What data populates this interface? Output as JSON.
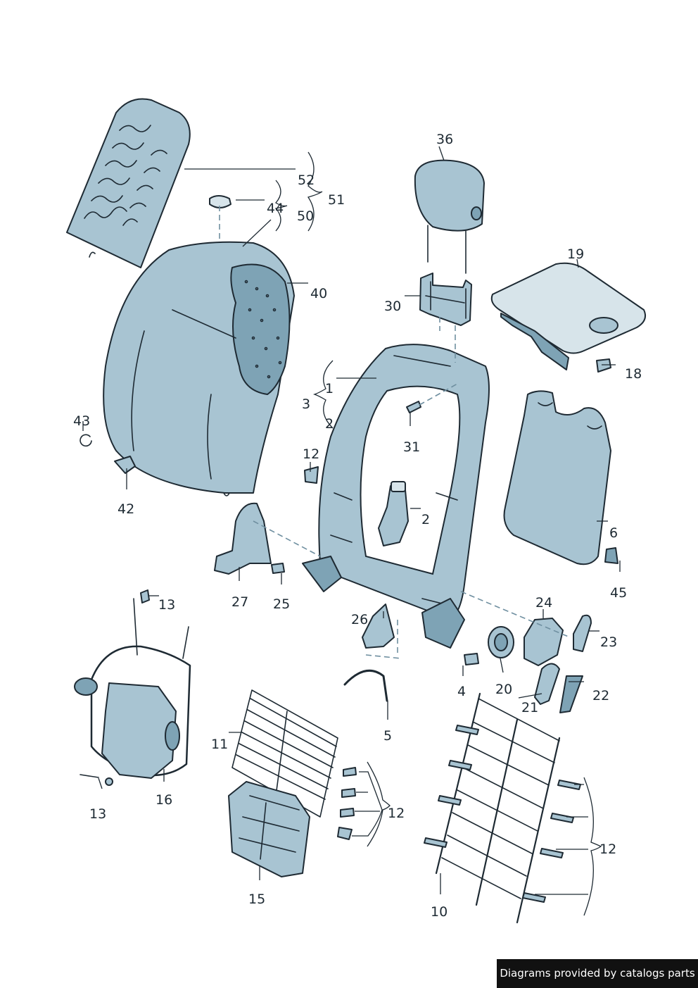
{
  "callouts": {
    "c1": "1",
    "c2a": "2",
    "c2b": "2",
    "c3": "3",
    "c4": "4",
    "c5": "5",
    "c6": "6",
    "c10": "10",
    "c11": "11",
    "c12a": "12",
    "c12b": "12",
    "c12c": "12",
    "c13a": "13",
    "c13b": "13",
    "c15": "15",
    "c16": "16",
    "c18": "18",
    "c19": "19",
    "c20": "20",
    "c21": "21",
    "c22": "22",
    "c23": "23",
    "c24": "24",
    "c25": "25",
    "c26": "26",
    "c27": "27",
    "c30": "30",
    "c31": "31",
    "c36": "36",
    "c40": "40",
    "c42": "42",
    "c43": "43",
    "c44": "44",
    "c45": "45",
    "c50": "50",
    "c51": "51",
    "c52": "52"
  },
  "credit": "Diagrams provided by catalogs parts",
  "colors": {
    "part": "#a8c4d2",
    "outline": "#1e2a33",
    "credit_bg": "#111111"
  }
}
